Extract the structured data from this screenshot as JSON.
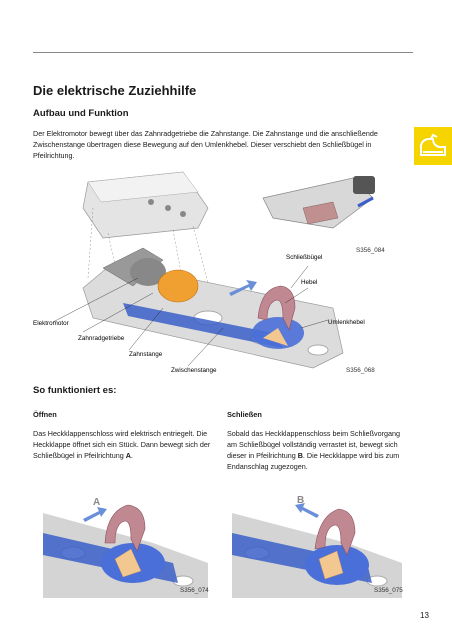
{
  "section_title": "Die elektrische Zuziehhilfe",
  "subtitle": "Aufbau und Funktion",
  "intro": "Der Elektromotor bewegt über das Zahnradgetriebe die Zahnstange. Die Zahnstange und die anschließende Zwischenstange übertragen diese Bewegung auf den Umlenkhebel. Dieser verschiebt den Schließbügel in Pfeilrichtung.",
  "figure_main": {
    "code_top": "S356_084",
    "code_bottom": "S356_068",
    "labels": {
      "schliessbuegel": "Schließbügel",
      "hebel": "Hebel",
      "elektromotor": "Elektromotor",
      "umlenkhebel": "Umlenkhebel",
      "zahnradgetriebe": "Zahnradgetriebe",
      "zahnstange": "Zahnstange",
      "zwischenstange": "Zwischenstange"
    }
  },
  "how_title": "So funktioniert es:",
  "oeffnen": {
    "heading": "Öffnen",
    "text_before": "Das Heckklappenschloss wird elektrisch entriegelt. Die Heckklappe öffnet sich ein Stück. Dann bewegt sich der Schließbügel in Pfeilrichtung ",
    "text_bold": "A",
    "text_after": ".",
    "arrow_label": "A",
    "code": "S356_074"
  },
  "schliessen": {
    "heading": "Schließen",
    "text_before": "Sobald das Heckklappenschloss beim Schließvorgang am Schließbügel vollständig verrastet ist, bewegt sich dieser in Pfeilrichtung ",
    "text_bold": "B",
    "text_after": ". Die Heckklappe wird bis zum Endanschlag zugezogen.",
    "arrow_label": "B",
    "code": "S356_075"
  },
  "page_number": "13",
  "colors": {
    "accent": "#f5d400",
    "motor": "#f0a030",
    "rack": "#3a5fc8",
    "bracket": "#b07080"
  }
}
